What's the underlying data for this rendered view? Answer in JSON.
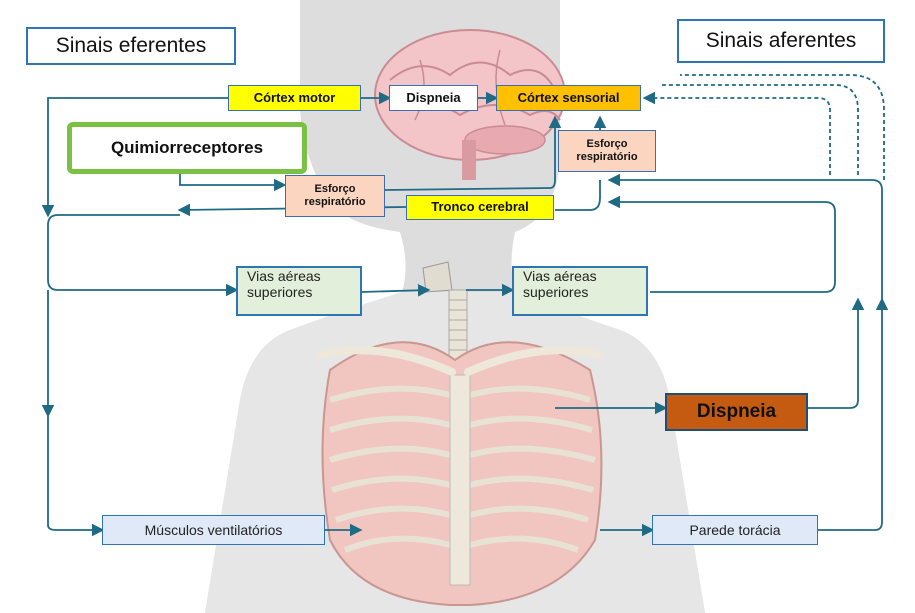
{
  "labels": {
    "efferent": "Sinais eferentes",
    "afferent": "Sinais aferentes",
    "motor_cortex": "Córtex motor",
    "dyspnea_small": "Dispneia",
    "sensory_cortex": "Córtex sensorial",
    "chemoreceptors": "Quimiorreceptores",
    "effort_left_1": "Esforço",
    "effort_left_2": "respiratório",
    "effort_right_1": "Esforço",
    "effort_right_2": "respiratório",
    "brainstem": "Tronco cerebral",
    "airways_left_1": "Vias aéreas",
    "airways_left_2": "superiores",
    "airways_right_1": "Vias aéreas",
    "airways_right_2": "superiores",
    "dyspnea_large": "Dispneia",
    "muscles": "Músculos ventilatórios",
    "chest_wall": "Parede torácia"
  },
  "colors": {
    "arrow": "#1f6a85",
    "yellow_box": "#ffff00",
    "orange_box": "#ffc000",
    "peach_box": "#fbd5c0",
    "green_box": "#e2efda",
    "light_blue_box": "#dfe9f7",
    "chemoreceptor_border": "#7ac143",
    "dyspnea_box": "#c55a11"
  }
}
